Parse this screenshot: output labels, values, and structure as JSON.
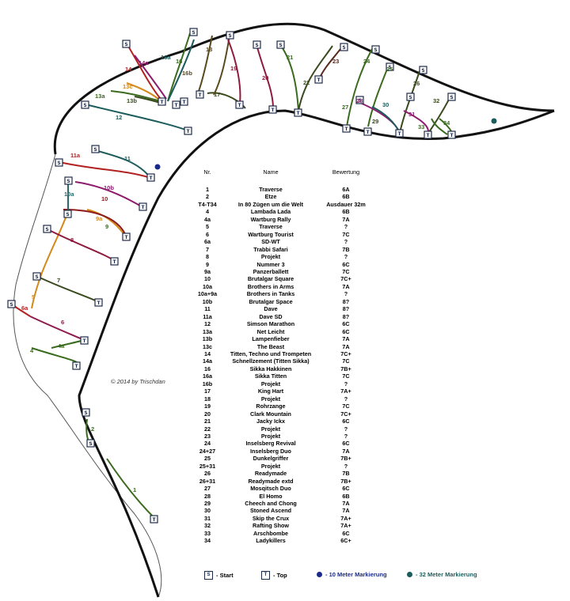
{
  "table": {
    "headers": {
      "nr": "Nr.",
      "name": "Name",
      "grade": "Bewertung"
    },
    "rows": [
      [
        "1",
        "Traverse",
        "6A"
      ],
      [
        "2",
        "Etze",
        "6B"
      ],
      [
        "T4-T34",
        "In 80 Zügen um die Welt",
        "Ausdauer 32m"
      ],
      [
        "4",
        "Lambada Lada",
        "6B"
      ],
      [
        "4a",
        "Wartburg Rally",
        "7A"
      ],
      [
        "5",
        "Traverse",
        "?"
      ],
      [
        "6",
        "Wartburg Tourist",
        "7C"
      ],
      [
        "6a",
        "SD-WT",
        "?"
      ],
      [
        "7",
        "Trabbi Safari",
        "7B"
      ],
      [
        "8",
        "Projekt",
        "?"
      ],
      [
        "9",
        "Nummer 3",
        "6C"
      ],
      [
        "9a",
        "Panzerballett",
        "7C"
      ],
      [
        "10",
        "Brutalgar Square",
        "7C+"
      ],
      [
        "10a",
        "Brothers in Arms",
        "7A"
      ],
      [
        "10a+9a",
        "Brothers in Tanks",
        "?"
      ],
      [
        "10b",
        "Brutalgar Space",
        "8?"
      ],
      [
        "11",
        "Dave",
        "8?"
      ],
      [
        "11a",
        "Dave SD",
        "8?"
      ],
      [
        "12",
        "Simson Marathon",
        "6C"
      ],
      [
        "13a",
        "Net Leicht",
        "6C"
      ],
      [
        "13b",
        "Lampenfieber",
        "7A"
      ],
      [
        "13c",
        "The Beast",
        "7A"
      ],
      [
        "14",
        "Titten, Techno und Trompeten",
        "7C+"
      ],
      [
        "14a",
        "Schnellzement (Titten Sikka)",
        "7C"
      ],
      [
        "16",
        "Sikka Hakkinen",
        "7B+"
      ],
      [
        "16a",
        "Sikka Titten",
        "7C"
      ],
      [
        "16b",
        "Projekt",
        "?"
      ],
      [
        "17",
        "King Hart",
        "7A+"
      ],
      [
        "18",
        "Projekt",
        "?"
      ],
      [
        "19",
        "Rohrzange",
        "7C"
      ],
      [
        "20",
        "Clark Mountain",
        "7C+"
      ],
      [
        "21",
        "Jacky Ickx",
        "6C"
      ],
      [
        "22",
        "Projekt",
        "?"
      ],
      [
        "23",
        "Projekt",
        "?"
      ],
      [
        "24",
        "Inselsberg Revival",
        "6C"
      ],
      [
        "24+27",
        "Inselsberg Duo",
        "7A"
      ],
      [
        "25",
        "Dunkelgriffer",
        "7B+"
      ],
      [
        "25+31",
        "Projekt",
        "?"
      ],
      [
        "26",
        "Readymade",
        "7B"
      ],
      [
        "26+31",
        "Readymade extd",
        "7B+"
      ],
      [
        "27",
        "Mosqitsch Duo",
        "6C"
      ],
      [
        "28",
        "El Homo",
        "6B"
      ],
      [
        "29",
        "Cheech and Chong",
        "7A"
      ],
      [
        "30",
        "Stoned Ascend",
        "7A"
      ],
      [
        "31",
        "Skip the Crux",
        "7A+"
      ],
      [
        "32",
        "Rafting Show",
        "7A+"
      ],
      [
        "33",
        "Arschbombe",
        "6C"
      ],
      [
        "34",
        "Ladykillers",
        "6C+"
      ]
    ]
  },
  "copyright": "© 2014 by Trischdan",
  "legend": {
    "start_letter": "S",
    "start_label": "- Start",
    "top_letter": "T",
    "top_label": "- Top",
    "m10_label": "- 10 Meter Markierung",
    "m32_label": "- 32 Meter Markierung",
    "m10_color": "#1a2a8a",
    "m32_color": "#1c5c5c"
  },
  "route_labels": [
    {
      "id": "1",
      "color": "#3a6b1e"
    },
    {
      "id": "2",
      "color": "#3a6b1e"
    },
    {
      "id": "4",
      "color": "#3a6b1e"
    },
    {
      "id": "4a",
      "color": "#3a6b1e"
    },
    {
      "id": "5",
      "color": "#d4891a"
    },
    {
      "id": "6",
      "color": "#8e1b4e"
    },
    {
      "id": "6a",
      "color": "#b22222"
    },
    {
      "id": "7",
      "color": "#3a4a1e"
    },
    {
      "id": "8",
      "color": "#8e1b3e"
    },
    {
      "id": "9",
      "color": "#3a6b1e"
    },
    {
      "id": "9a",
      "color": "#d4891a"
    },
    {
      "id": "10",
      "color": "#8e1b1b"
    },
    {
      "id": "10a",
      "color": "#2a6b6b"
    },
    {
      "id": "10b",
      "color": "#8e1b6e"
    },
    {
      "id": "11",
      "color": "#1c5c5c"
    },
    {
      "id": "11a",
      "color": "#b22222"
    },
    {
      "id": "12",
      "color": "#1c5c5c"
    },
    {
      "id": "13a",
      "color": "#3a6b1e"
    },
    {
      "id": "13b",
      "color": "#3a4a1e"
    },
    {
      "id": "13c",
      "color": "#d4891a"
    },
    {
      "id": "14",
      "color": "#b22222"
    },
    {
      "id": "14a",
      "color": "#8e1b6e"
    },
    {
      "id": "16",
      "color": "#3a6b1e"
    },
    {
      "id": "16a",
      "color": "#1c5c5c"
    },
    {
      "id": "16b",
      "color": "#5a4a1e"
    },
    {
      "id": "17",
      "color": "#3a4a1e"
    },
    {
      "id": "18",
      "color": "#5a4a1e"
    },
    {
      "id": "19",
      "color": "#8e1b3e"
    },
    {
      "id": "20",
      "color": "#8e1b3e"
    },
    {
      "id": "21",
      "color": "#3a6b1e"
    },
    {
      "id": "22",
      "color": "#3a4a1e"
    },
    {
      "id": "23",
      "color": "#5a2a1e"
    },
    {
      "id": "24",
      "color": "#3a6b1e"
    },
    {
      "id": "25",
      "color": "#3a6b1e"
    },
    {
      "id": "26",
      "color": "#3a4a1e"
    },
    {
      "id": "27",
      "color": "#3a6b1e"
    },
    {
      "id": "28",
      "color": "#8e1b6e"
    },
    {
      "id": "29",
      "color": "#3a4a1e"
    },
    {
      "id": "30",
      "color": "#1c5c5c"
    },
    {
      "id": "31",
      "color": "#8e1b6e"
    },
    {
      "id": "32",
      "color": "#3a4a1e"
    },
    {
      "id": "33",
      "color": "#3a6b1e"
    },
    {
      "id": "34",
      "color": "#3a6b1e"
    }
  ]
}
